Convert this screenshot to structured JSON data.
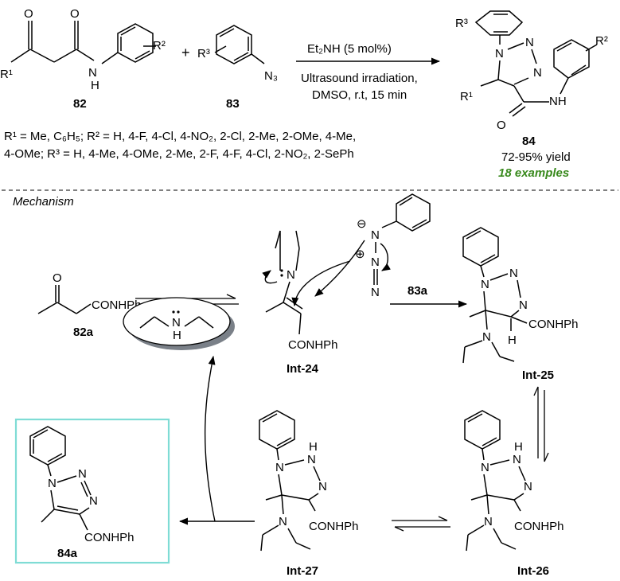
{
  "reaction": {
    "reactant1_label": "82",
    "reactant2_label": "83",
    "product_label": "84",
    "plus": "+",
    "conditions": {
      "line1": "Et₂NH (5 mol%)",
      "line2": "Ultrasound irradiation,",
      "line3": "DMSO, r.t, 15 min"
    },
    "substituents": {
      "line1": "R¹ = Me, C₆H₅; R² = H, 4-F, 4-Cl, 4-NO₂, 2-Cl, 2-Me, 2-OMe, 4-Me,",
      "line2": "4-OMe; R³ = H, 4-Me, 4-OMe, 2-Me, 2-F, 4-F, 4-Cl, 2-NO₂, 2-SePh"
    },
    "yield": "72-95% yield",
    "examples": "18 examples"
  },
  "mechanism": {
    "title": "Mechanism",
    "azide_label": "83a",
    "compounds": {
      "c82a": "82a",
      "int24": "Int-24",
      "int25": "Int-25",
      "int26": "Int-26",
      "int27": "Int-27",
      "c84a": "84a"
    }
  },
  "atoms": {
    "O": "O",
    "N": "N",
    "H": "H",
    "NH": "NH",
    "N3": "N₃",
    "CONHPh": "CONHPh",
    "R1": "R¹",
    "R2": "R²",
    "R3": "R³"
  },
  "colors": {
    "examples_text": "#3a8a1e",
    "box_border": "#7fdcd5",
    "catalyst_shadow": "#7a8088"
  }
}
